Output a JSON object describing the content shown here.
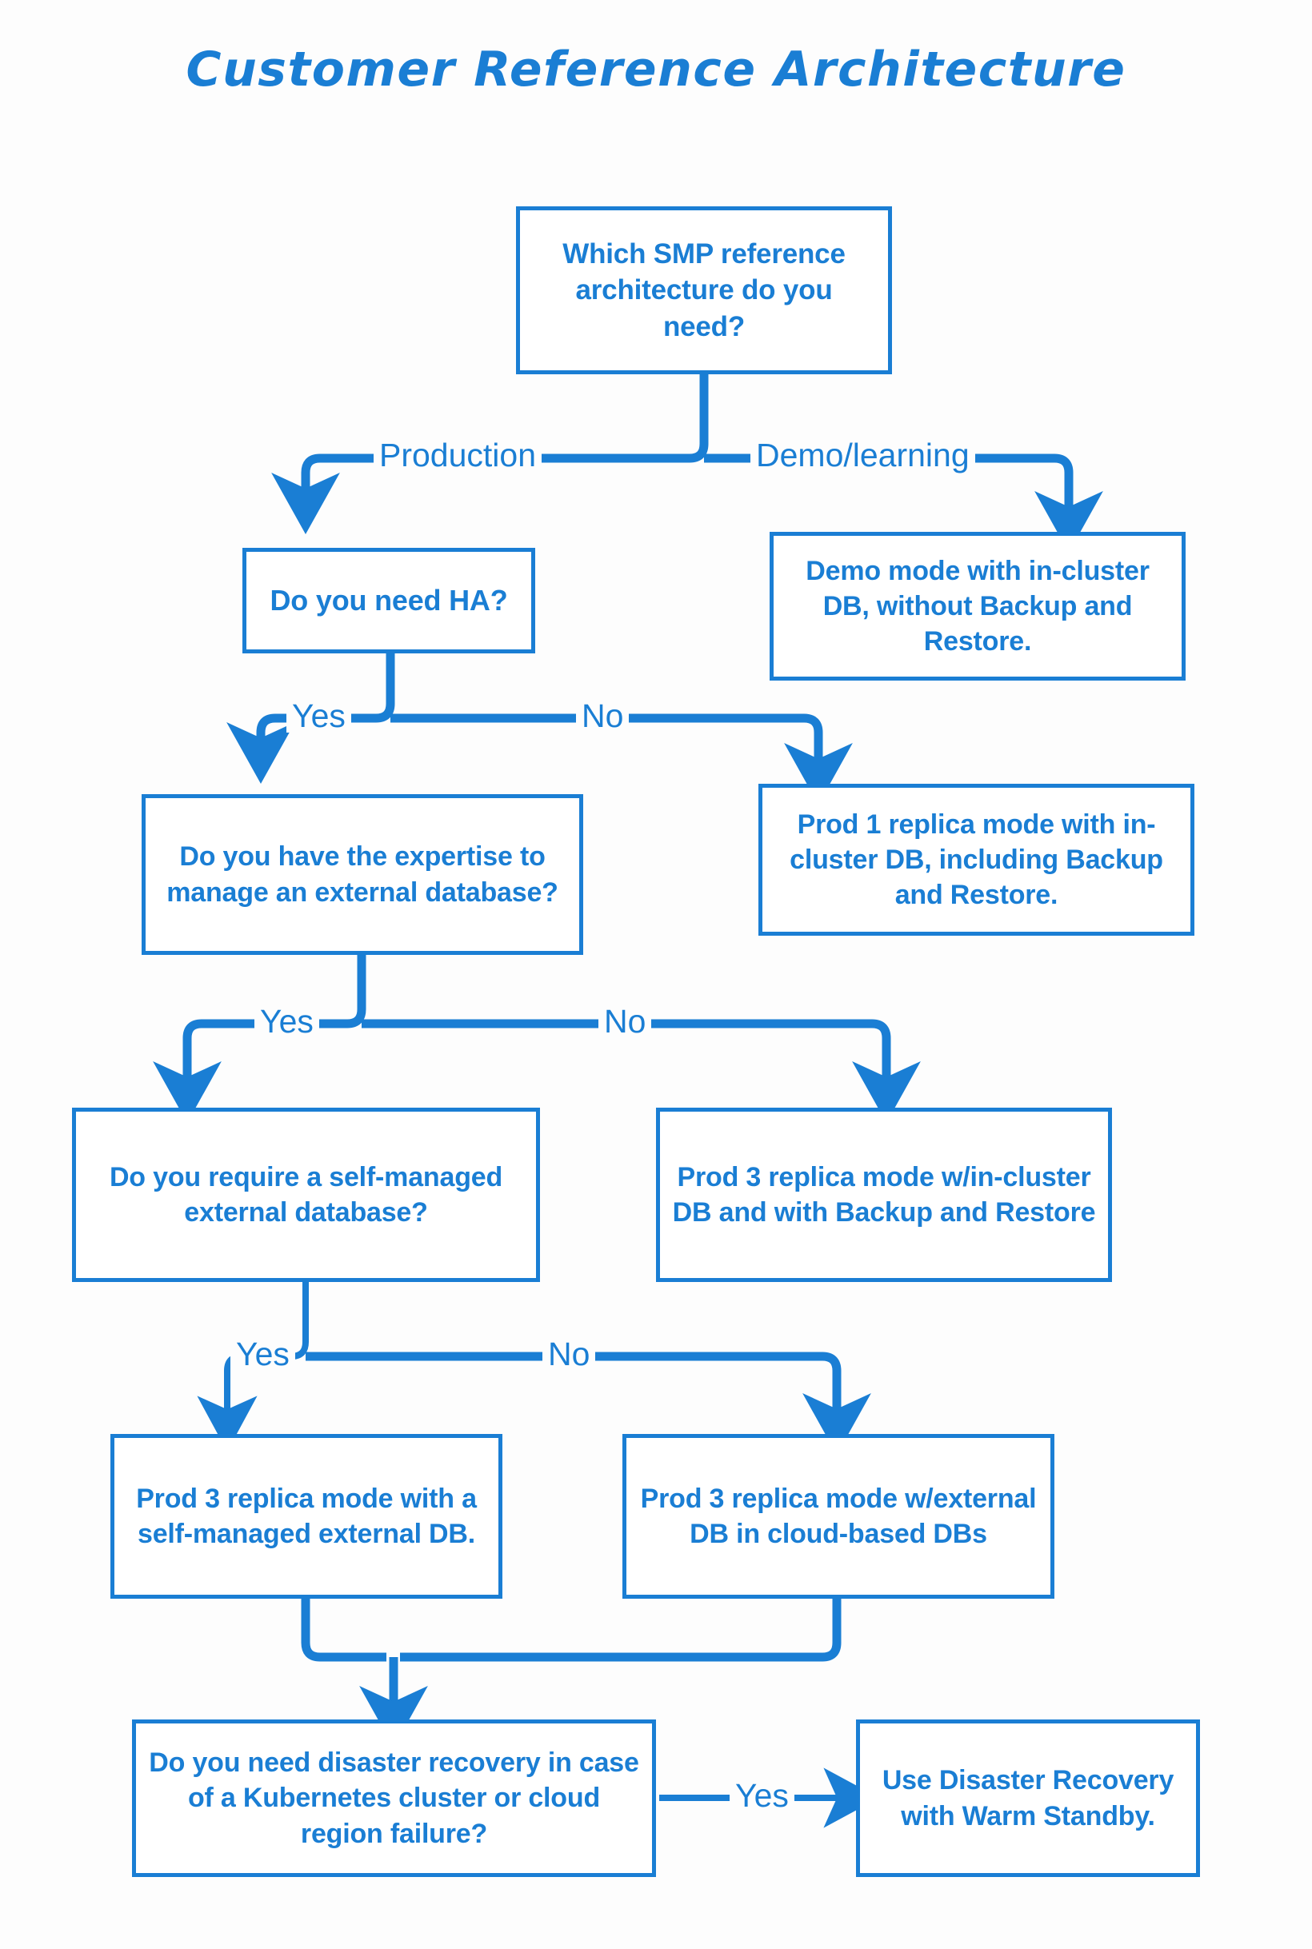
{
  "title": "Customer Reference Architecture",
  "theme": {
    "accent": "#1a7ed4",
    "background": "#fdfdfd",
    "box_fill": "#ffffff"
  },
  "chart_data": {
    "type": "diagram",
    "diagram_kind": "decision-flowchart",
    "title": "Customer Reference Architecture",
    "nodes": [
      {
        "id": "q_which",
        "kind": "decision",
        "text": "Which SMP reference architecture do you need?"
      },
      {
        "id": "r_demo",
        "kind": "result",
        "text": "Demo mode with in-cluster DB, without Backup and Restore."
      },
      {
        "id": "q_ha",
        "kind": "decision",
        "text": "Do you need HA?"
      },
      {
        "id": "r_prod1",
        "kind": "result",
        "text": "Prod 1 replica mode with in-cluster DB, including Backup and Restore."
      },
      {
        "id": "q_expertise",
        "kind": "decision",
        "text": "Do you have the expertise to manage an external database?"
      },
      {
        "id": "r_prod3_inc",
        "kind": "result",
        "text": "Prod 3 replica mode w/in-cluster DB and with Backup and Restore"
      },
      {
        "id": "q_selfmgd",
        "kind": "decision",
        "text": "Do you require a self-managed external database?"
      },
      {
        "id": "r_prod3_self",
        "kind": "result",
        "text": "Prod 3 replica mode with a self-managed external DB."
      },
      {
        "id": "r_prod3_cloud",
        "kind": "result",
        "text": "Prod 3 replica mode w/external DB in cloud-based DBs"
      },
      {
        "id": "q_dr",
        "kind": "decision",
        "text": "Do you need disaster recovery in case of a Kubernetes cluster or cloud region failure?"
      },
      {
        "id": "r_warm",
        "kind": "result",
        "text": "Use Disaster Recovery with Warm Standby."
      }
    ],
    "edges": [
      {
        "from": "q_which",
        "to": "q_ha",
        "label": "Production"
      },
      {
        "from": "q_which",
        "to": "r_demo",
        "label": "Demo/learning"
      },
      {
        "from": "q_ha",
        "to": "q_expertise",
        "label": "Yes"
      },
      {
        "from": "q_ha",
        "to": "r_prod1",
        "label": "No"
      },
      {
        "from": "q_expertise",
        "to": "q_selfmgd",
        "label": "Yes"
      },
      {
        "from": "q_expertise",
        "to": "r_prod3_inc",
        "label": "No"
      },
      {
        "from": "q_selfmgd",
        "to": "r_prod3_self",
        "label": "Yes"
      },
      {
        "from": "q_selfmgd",
        "to": "r_prod3_cloud",
        "label": "No"
      },
      {
        "from": "r_prod3_self",
        "to": "q_dr",
        "label": ""
      },
      {
        "from": "r_prod3_cloud",
        "to": "q_dr",
        "label": ""
      },
      {
        "from": "q_dr",
        "to": "r_warm",
        "label": "Yes"
      }
    ]
  },
  "nodes": {
    "q_which": {
      "text": "Which SMP reference architecture do you need?"
    },
    "r_demo": {
      "text": "Demo mode with in-cluster DB, without Backup and Restore."
    },
    "q_ha": {
      "text": "Do you need HA?"
    },
    "r_prod1": {
      "text": "Prod 1 replica mode with in-cluster DB, including Backup and Restore."
    },
    "q_expertise": {
      "text": "Do you have the expertise to manage an external database?"
    },
    "r_prod3_inc": {
      "text": "Prod 3 replica mode w/in-cluster DB and with Backup and Restore"
    },
    "q_selfmgd": {
      "text": "Do you require a self-managed external database?"
    },
    "r_prod3_self": {
      "text": "Prod 3 replica mode with a self-managed external DB."
    },
    "r_prod3_cloud": {
      "text": "Prod 3 replica mode w/external DB in cloud-based DBs"
    },
    "q_dr": {
      "text": "Do you need disaster recovery in case of a Kubernetes cluster or cloud region failure?"
    },
    "r_warm": {
      "text": "Use Disaster Recovery with Warm Standby."
    }
  },
  "edge_labels": {
    "production": "Production",
    "demo_learning": "Demo/learning",
    "ha_yes": "Yes",
    "ha_no": "No",
    "expertise_yes": "Yes",
    "expertise_no": "No",
    "selfmgd_yes": "Yes",
    "selfmgd_no": "No",
    "dr_yes": "Yes"
  }
}
